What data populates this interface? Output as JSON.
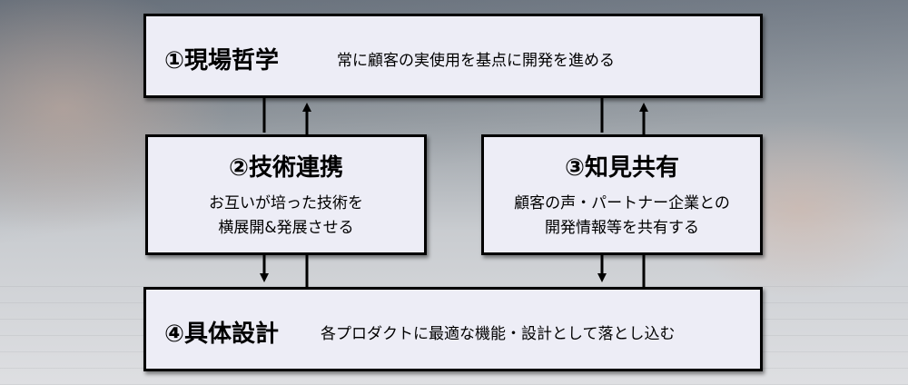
{
  "box1": {
    "title": "①現場哲学",
    "description": "常に顧客の実使用を基点に開発を進める"
  },
  "box2": {
    "title": "②技術連携",
    "description_lines": [
      "お互いが培った技術を",
      "横展開&発展させる"
    ]
  },
  "box3": {
    "title": "③知見共有",
    "description_lines": [
      "顧客の声・パートナー企業との",
      "開発情報等を共有する"
    ]
  },
  "box4": {
    "title": "④具体設計",
    "description": "各プロダクトに最適な機能・設計として落とし込む"
  },
  "colors": {
    "box_fill": "#ededf6",
    "border": "#000000",
    "arrow": "#000000"
  }
}
